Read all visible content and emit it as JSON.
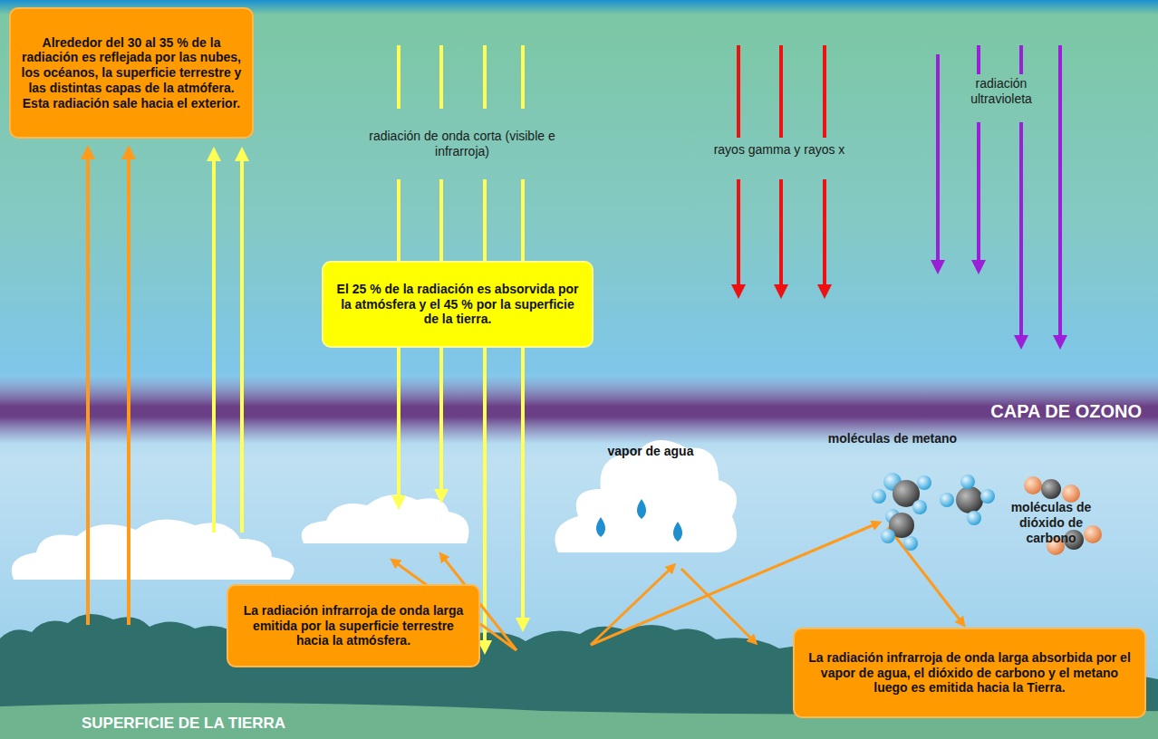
{
  "diagram": {
    "nodes": [
      {
        "text": [
          "Alrededor del 30 al 35 % de la radiación es reflejada por las nubes, los océanos, la superficie terrestre y las distintas capas de la atmófera. Esta radiación sale hacia el exterior."
        ]
      },
      {
        "text": [
          "El 25 % de la radiación es absorvida por la atmósfera y el 45 % por la superficie de la tierra."
        ]
      },
      {
        "text": [
          "vapor de agua"
        ]
      },
      {
        "text": [
          "La radiación infrarroja de onda larga emitida por la superficie terrestre hacia la atmósfera."
        ]
      },
      {
        "text": [
          "La radiación infrarroja de onda larga absorbida por el vapor de agua, el dióxido de carbono y el metano luego es emitida hacia la Tierra."
        ]
      }
    ],
    "labels": [
      "radiación de onda corta (visible e infrarroja)",
      "rayos gamma y rayos x",
      "radiación ultravioleta",
      "CAPA DE OZONO",
      "moléculas de metano",
      "moléculas de dióxido de carbono",
      "SUPERFICIE DE LA TIERRA"
    ]
  }
}
